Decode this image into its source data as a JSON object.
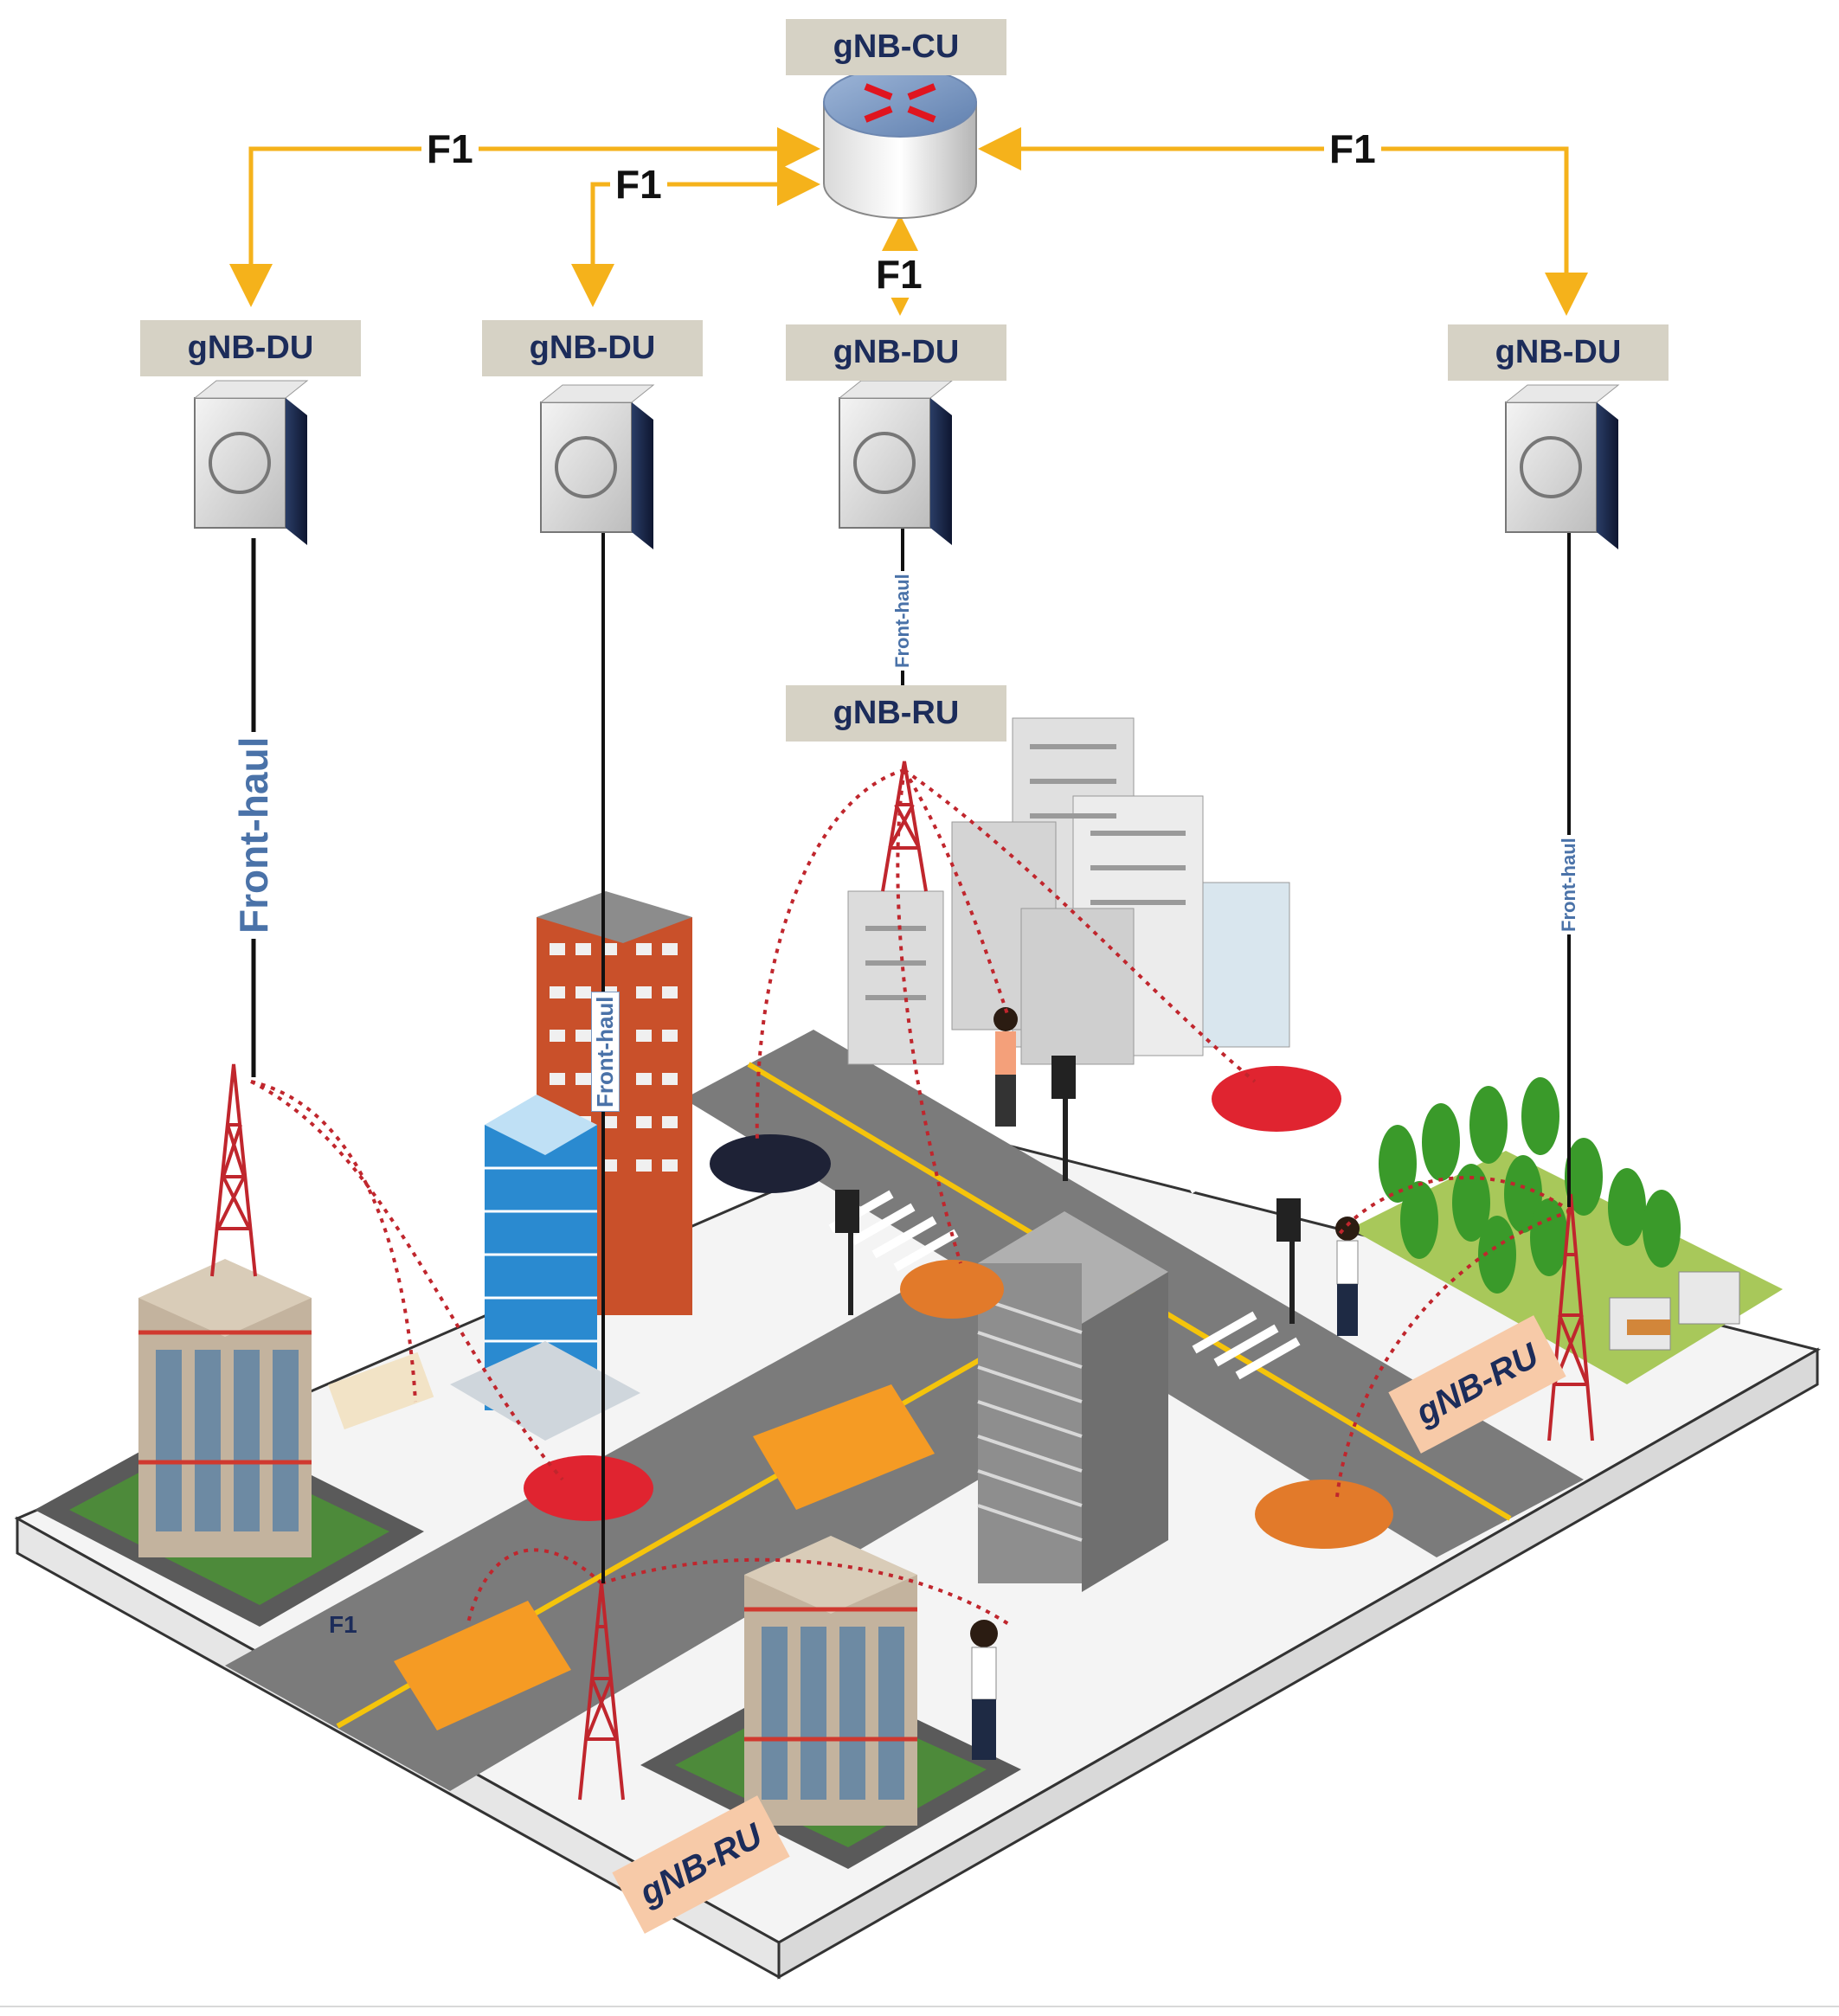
{
  "labels": {
    "cu": "gNB-CU",
    "du_1": "gNB-DU",
    "du_2": "gNB-DU",
    "du_3": "gNB-DU",
    "du_4": "gNB-DU",
    "ru_top": "gNB-RU",
    "ru_right": "gNB-RU",
    "ru_bottom": "gNB-RU"
  },
  "links": {
    "f1_left": "F1",
    "f1_inner": "F1",
    "f1_center": "F1",
    "f1_right": "F1",
    "f1_ground": "F1",
    "fronthaul_1": "Front-haul",
    "fronthaul_2": "Front-haul",
    "fronthaul_3": "Front-haul",
    "fronthaul_4": "Front-haul"
  },
  "colors": {
    "f1_link": "#f5b21b",
    "label_box": "#d6d2c5",
    "label_text": "#1c2c5a",
    "ru_tag": "#f7caa8",
    "radio_link": "#c0262d",
    "fronthaul_text": "#4a72a8",
    "road": "#7b7b7b"
  }
}
